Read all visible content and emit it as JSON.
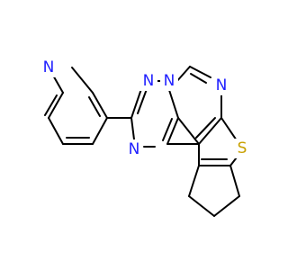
{
  "molecule": {
    "atoms": {
      "n_pyridine": {
        "symbol": "N",
        "color": "#1f1fff"
      },
      "n_triazole_top": {
        "symbol": "N",
        "color": "#1f1fff"
      },
      "n_bridge": {
        "symbol": "N",
        "color": "#1f1fff"
      },
      "n_triazole_bottom": {
        "symbol": "N",
        "color": "#1f1fff"
      },
      "n_pyrimidine": {
        "symbol": "N",
        "color": "#1f1fff"
      },
      "s_thiophene": {
        "symbol": "S",
        "color": "#c8a000"
      }
    },
    "bond_color": "#000000",
    "background": "#ffffff"
  }
}
